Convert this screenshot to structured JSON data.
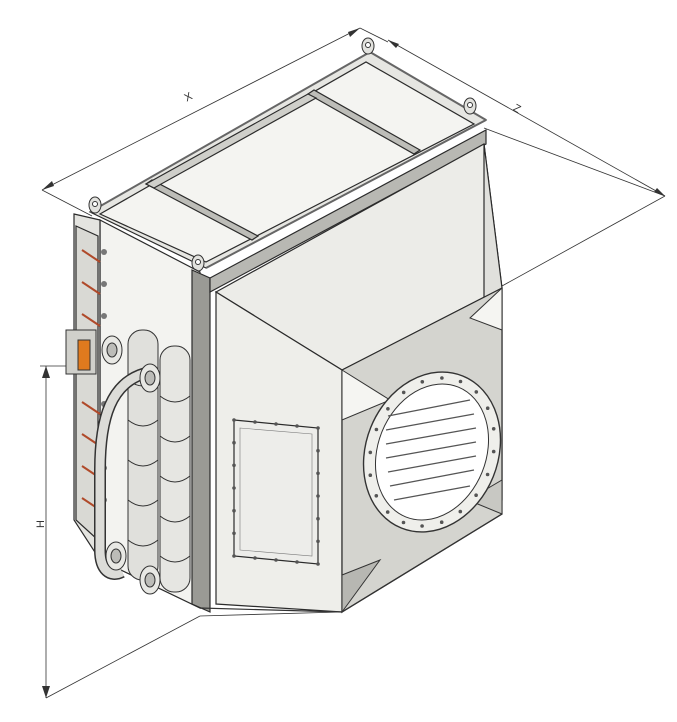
{
  "dimensions": {
    "x_label": "X",
    "z_label": "Z",
    "h_label": "H"
  },
  "colors": {
    "metal_light": "#efefeb",
    "metal_mid": "#d8d8d3",
    "metal_dark": "#a9a9a4",
    "frame": "#7d7d78",
    "pipe": "#dcdcd8",
    "valve_accent": "#e07a1e",
    "thread_accent": "#b04a2a"
  }
}
